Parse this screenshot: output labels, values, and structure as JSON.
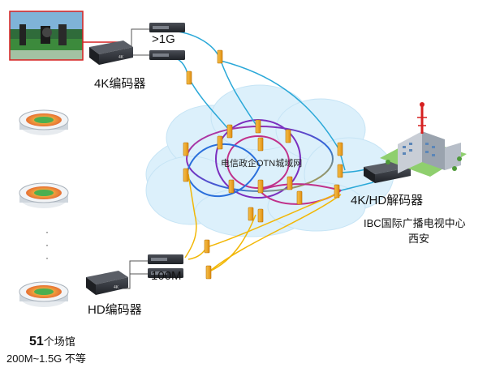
{
  "labels": {
    "encoder_4k": "4K编码器",
    "bandwidth_high": ">1G",
    "bandwidth_low": "100M",
    "encoder_hd": "HD编码器",
    "decoder": "4K/HD解码器",
    "ibc_center": "IBC国际广播电视中心",
    "city": "西安",
    "network": "电信政企OTN城域网",
    "venue_count": "51",
    "venue_unit": "个场馆",
    "bandwidth_range": "200M~1.5G 不等"
  },
  "colors": {
    "ring_purple": "#7b2fbf",
    "ring_blue": "#2a6fdb",
    "ring_magenta": "#c0308a",
    "link_cyan": "#2aa8d8",
    "link_yellow": "#f2b705",
    "cloud": "#d9eef9",
    "transceiver": "#f0a61c",
    "device": "#2b2e34",
    "accent_red": "#d62020"
  },
  "icons": {
    "device": "network-device-icon",
    "transceiver": "optical-transceiver-icon",
    "stadium": "stadium-icon",
    "cloud": "network-cloud-icon",
    "building": "broadcast-center-building-icon",
    "video": "live-video-camera-icon"
  }
}
